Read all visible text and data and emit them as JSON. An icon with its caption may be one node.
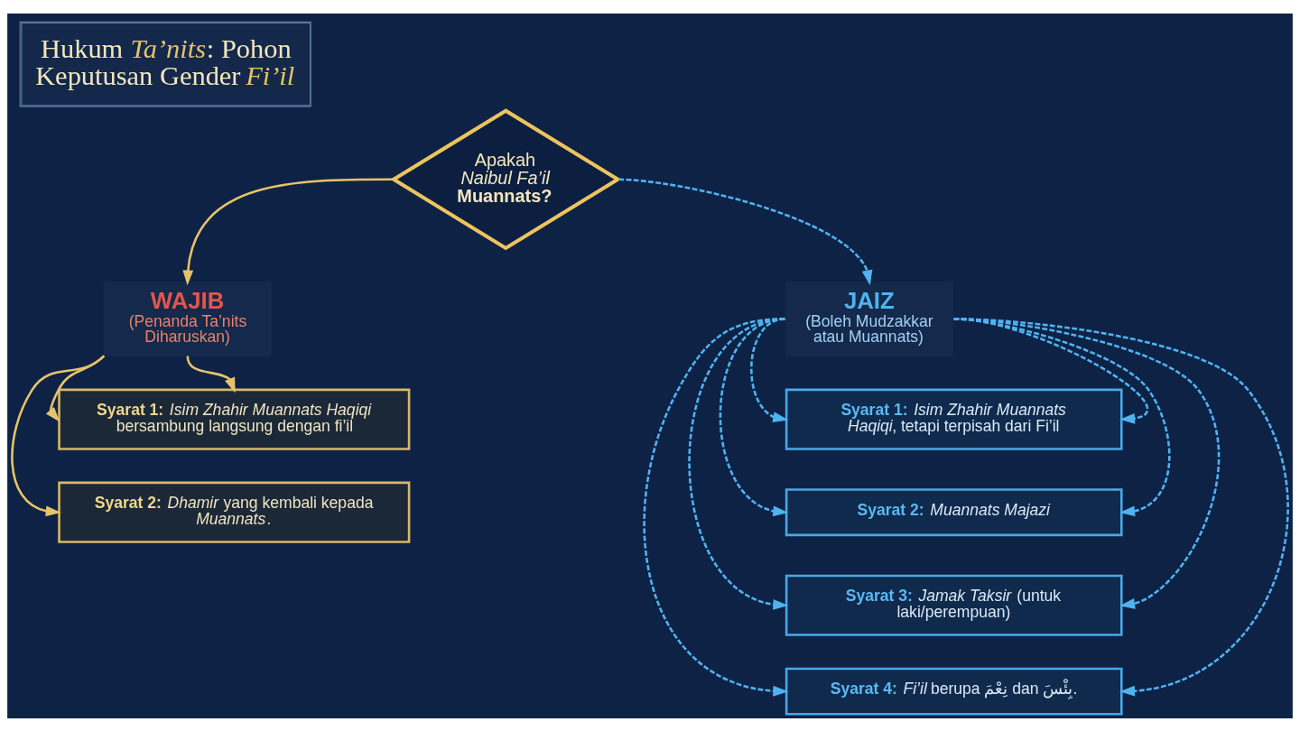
{
  "diagram": {
    "title": "Hukum *Ta’nits*: Pohon Keputusan Gender *Fi’il*",
    "nodes": [
      {
        "text": [
          "Apakah *Naibul Fa’il* **Muannats?**"
        ]
      },
      {
        "text": [
          "WAJIB",
          "(Penanda Ta’nits Diharuskan)"
        ]
      },
      {
        "text": [
          "**Syarat 1:** *Isim Zhahir Muannats Haqiqi* bersambung langsung dengan fi’il"
        ]
      },
      {
        "text": [
          "**Syarat 2:** *Dhamir* yang kembali kepada *Muannats*."
        ]
      },
      {
        "text": [
          "JAIZ",
          "(Boleh Mudzakkar atau Muannats)"
        ]
      },
      {
        "text": [
          "**Syarat 1:** *Isim Zhahir Muannats Haqiqi*, tetapi terpisah dari Fi’il"
        ]
      },
      {
        "text": [
          "**Syarat 2:** *Muannats Majazi*"
        ]
      },
      {
        "text": [
          "**Syarat 3:** *Jamak Taksir* (untuk laki/perempuan)"
        ]
      },
      {
        "text": [
          "**Syarat 4:** *Fi’il* berupa نِعْمَ dan بِئْسَ."
        ]
      }
    ],
    "edges": [
      {
        "from": 0,
        "to": 1,
        "arrow": "to",
        "color": "#e6c36a"
      },
      {
        "from": 0,
        "to": 4,
        "arrow": "to",
        "style": "dashed"
      },
      {
        "from": 1,
        "to": 2,
        "arrow": "to",
        "color": "#e6c36a"
      },
      {
        "from": 1,
        "to": 2,
        "arrow": "to",
        "color": "#e6c36a"
      },
      {
        "from": 1,
        "to": 3,
        "arrow": "to",
        "color": "#e6c36a"
      },
      {
        "from": 4,
        "to": 5,
        "arrow": "to",
        "style": "dashed"
      },
      {
        "from": 4,
        "to": 6,
        "arrow": "to",
        "style": "dashed"
      },
      {
        "from": 4,
        "to": 7,
        "arrow": "to",
        "style": "dashed"
      },
      {
        "from": 4,
        "to": 8,
        "arrow": "to",
        "style": "dashed"
      },
      {
        "from": 4,
        "to": 5,
        "arrow": "to",
        "style": "dashed"
      },
      {
        "from": 4,
        "to": 6,
        "arrow": "to",
        "style": "dashed"
      },
      {
        "from": 4,
        "to": 7,
        "arrow": "to",
        "style": "dashed"
      },
      {
        "from": 4,
        "to": 8,
        "arrow": "to",
        "style": "dashed"
      }
    ]
  }
}
